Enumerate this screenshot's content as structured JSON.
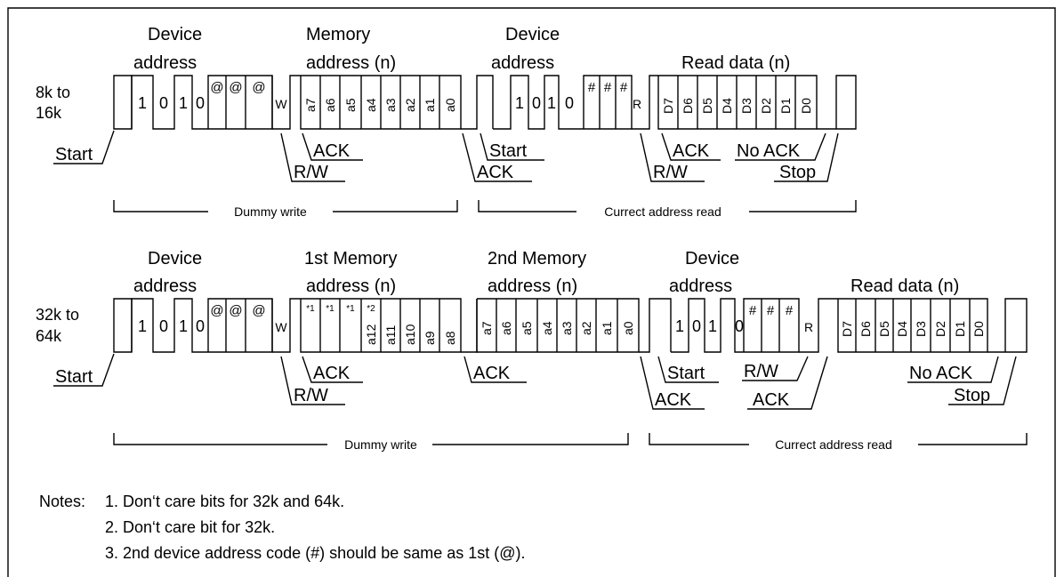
{
  "block1": {
    "row_label": [
      "8k to",
      "16k"
    ],
    "headers": {
      "dev1": [
        "Device",
        "address"
      ],
      "mem": [
        "Memory",
        "address (n)"
      ],
      "dev2": [
        "Device",
        "address"
      ],
      "read": [
        "Read data (n)"
      ]
    },
    "bits": {
      "dev1": [
        "1",
        "0",
        "1",
        "0"
      ],
      "dev1_code": [
        "@",
        "@",
        "@"
      ],
      "w": "W",
      "mem": [
        "a7",
        "a6",
        "a5",
        "a4",
        "a3",
        "a2",
        "a1",
        "a0"
      ],
      "dev2": [
        "1",
        "0",
        "1",
        "0"
      ],
      "dev2_code": [
        "#",
        "#",
        "#"
      ],
      "r": "R",
      "data": [
        "D7",
        "D6",
        "D5",
        "D4",
        "D3",
        "D2",
        "D1",
        "D0"
      ]
    },
    "labels": {
      "start": "Start",
      "ack1": "ACK",
      "rw1": "R/W",
      "start2": "Start",
      "ack2": "ACK",
      "ack3": "ACK",
      "rw2": "R/W",
      "no_ack": "No ACK",
      "stop": "Stop"
    },
    "brackets": {
      "dummy": "Dummy write",
      "current": "Currect address read"
    }
  },
  "block2": {
    "row_label": [
      "32k to",
      "64k"
    ],
    "headers": {
      "dev1": [
        "Device",
        "address"
      ],
      "mem1": [
        "1st Memory",
        "address (n)"
      ],
      "mem2": [
        "2nd Memory",
        "address (n)"
      ],
      "dev2": [
        "Device",
        "address"
      ],
      "read": [
        "Read data (n)"
      ]
    },
    "bits": {
      "dev1": [
        "1",
        "0",
        "1",
        "0"
      ],
      "dev1_code": [
        "@",
        "@",
        "@"
      ],
      "w": "W",
      "mem1_star": [
        "*1",
        "*1",
        "*1"
      ],
      "mem1": [
        "a12",
        "a11",
        "a10",
        "a9",
        "a8"
      ],
      "a12_note": "*2",
      "mem2": [
        "a7",
        "a6",
        "a5",
        "a4",
        "a3",
        "a2",
        "a1",
        "a0"
      ],
      "dev2": [
        "1",
        "0",
        "1",
        "0"
      ],
      "dev2_code": [
        "#",
        "#",
        "#"
      ],
      "r": "R",
      "data": [
        "D7",
        "D6",
        "D5",
        "D4",
        "D3",
        "D2",
        "D1",
        "D0"
      ]
    },
    "labels": {
      "start": "Start",
      "ack1": "ACK",
      "rw1": "R/W",
      "ack2": "ACK",
      "start2": "Start",
      "ack3": "ACK",
      "rw2": "R/W",
      "ack4": "ACK",
      "no_ack": "No ACK",
      "stop": "Stop"
    },
    "brackets": {
      "dummy": "Dummy write",
      "current": "Currect address read"
    }
  },
  "notes": {
    "heading": "Notes:",
    "items": [
      "1.  Don‘t care bits for 32k and 64k.",
      "2.  Don‘t care bit for 32k.",
      "3.  2nd device address code (#) should be same as 1st (@)."
    ]
  }
}
